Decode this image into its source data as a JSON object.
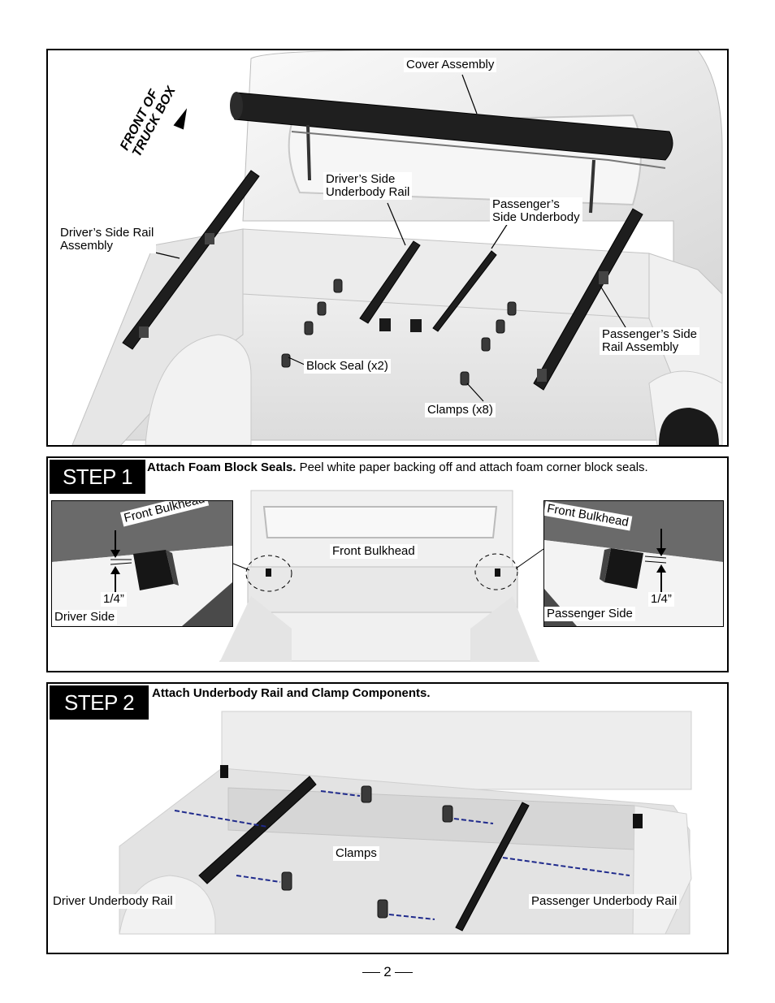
{
  "overview": {
    "direction_label_line1": "FRONT OF",
    "direction_label_line2": "TRUCK BOX",
    "labels": {
      "cover_assembly": "Cover Assembly",
      "drivers_side_underbody_rail": "Driver’s Side\nUnderbody Rail",
      "passengers_side_underbody": "Passenger’s\nSide Underbody",
      "drivers_side_rail_assembly": "Driver’s Side Rail\nAssembly",
      "passengers_side_rail_assembly": "Passenger’s Side\nRail Assembly",
      "block_seal": "Block Seal (x2)",
      "clamps": "Clamps (x8)"
    }
  },
  "step1": {
    "tag": "STEP 1",
    "instruction_bold": "Attach Foam Block Seals.",
    "instruction_text": " Peel white paper backing off and attach foam corner block seals.",
    "left_inset": {
      "bulkhead_label": "Front Bulkhead",
      "measure": "1/4”",
      "side_label": "Driver Side"
    },
    "center_label": "Front Bulkhead",
    "right_inset": {
      "bulkhead_label": "Front Bulkhead",
      "measure": "1/4”",
      "side_label": "Passenger Side"
    }
  },
  "step2": {
    "tag": "STEP 2",
    "instruction_bold": "Attach Underbody Rail and Clamp Components.",
    "labels": {
      "clamps": "Clamps",
      "driver_underbody_rail": "Driver Underbody Rail",
      "passenger_underbody_rail": "Passenger Underbody Rail"
    }
  },
  "page_number": "2"
}
